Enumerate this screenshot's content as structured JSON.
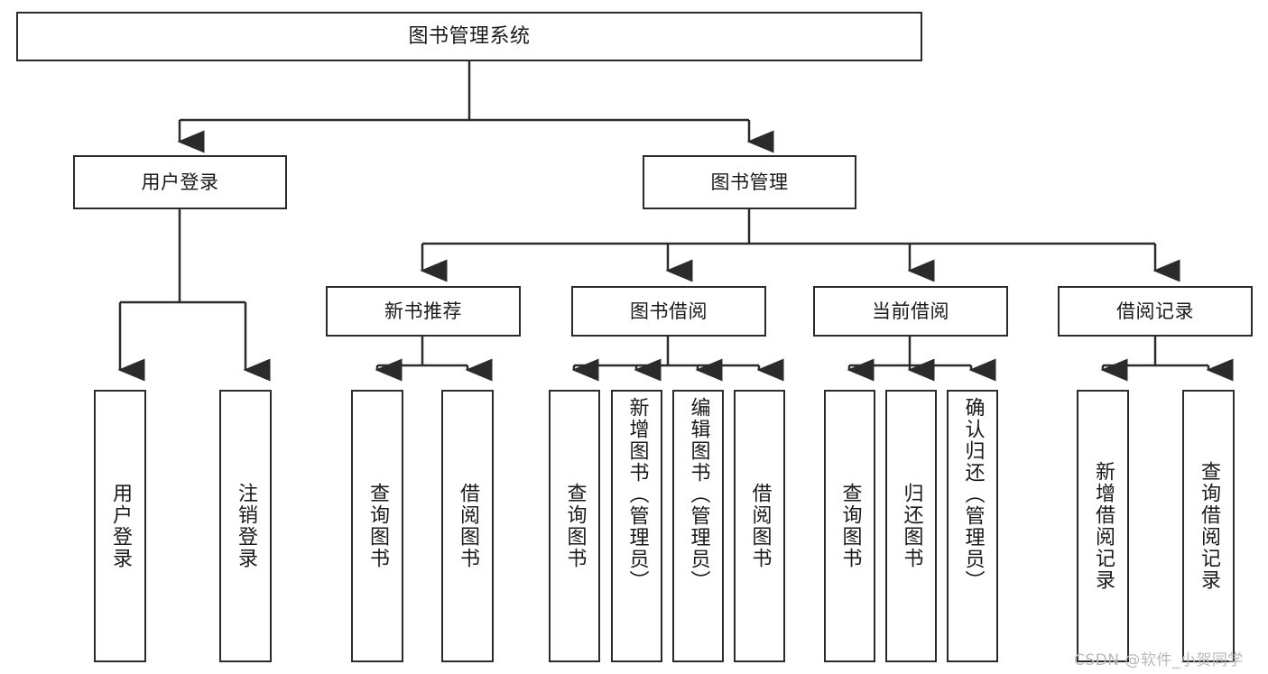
{
  "diagram": {
    "title": "图书管理系统",
    "watermark": "CSDN @软件_小贺同学",
    "colors": {
      "border": "#2b2b2b",
      "background": "#ffffff",
      "text": "#1a1a1a",
      "watermark": "#b9b9b9"
    },
    "levels": {
      "root": {
        "label": "图书管理系统"
      },
      "level2": [
        {
          "label": "用户登录"
        },
        {
          "label": "图书管理"
        }
      ],
      "level3": [
        {
          "label": "新书推荐"
        },
        {
          "label": "图书借阅"
        },
        {
          "label": "当前借阅"
        },
        {
          "label": "借阅记录"
        }
      ],
      "leaves": {
        "user_login": [
          {
            "label": "用户登录"
          },
          {
            "label": "注销登录"
          }
        ],
        "new_book_recommend": [
          {
            "label": "查询图书"
          },
          {
            "label": "借阅图书"
          }
        ],
        "book_borrow": [
          {
            "label": "查询图书"
          },
          {
            "label": "新增图书（管理员）"
          },
          {
            "label": "编辑图书（管理员）"
          },
          {
            "label": "借阅图书"
          }
        ],
        "current_borrow": [
          {
            "label": "查询图书"
          },
          {
            "label": "归还图书"
          },
          {
            "label": "确认归还（管理员）"
          }
        ],
        "borrow_record": [
          {
            "label": "新增借阅记录"
          },
          {
            "label": "查询借阅记录"
          }
        ]
      }
    }
  }
}
